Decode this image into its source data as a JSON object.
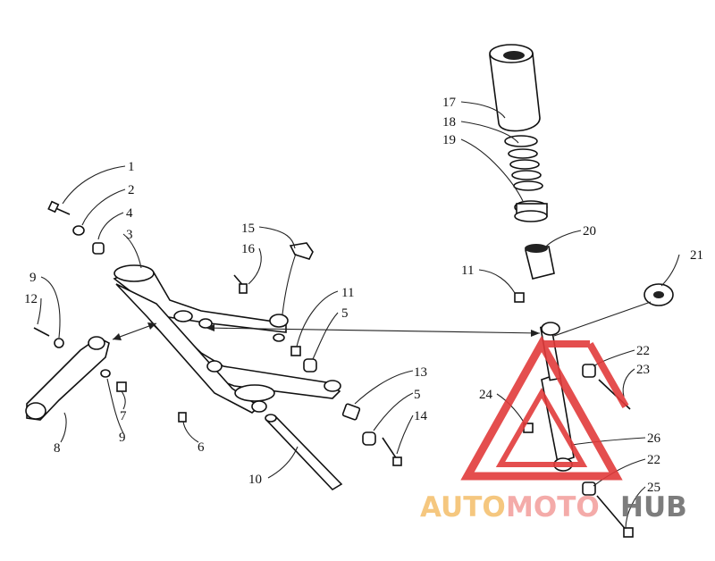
{
  "diagram": {
    "labels": [
      "1",
      "2",
      "4",
      "3",
      "9",
      "12",
      "7",
      "9",
      "8",
      "6",
      "15",
      "16",
      "11",
      "5",
      "13",
      "5",
      "14",
      "10",
      "17",
      "18",
      "19",
      "20",
      "11",
      "21",
      "22",
      "23",
      "24",
      "26",
      "22",
      "25"
    ]
  },
  "watermark": {
    "part1": "AUTO",
    "part2": "MOTO",
    "part3": "HUB",
    "colors": {
      "auto": "#f5c272",
      "moto": "#f3a3a0",
      "hub": "#707070",
      "triangle": "#e23b3b"
    }
  }
}
